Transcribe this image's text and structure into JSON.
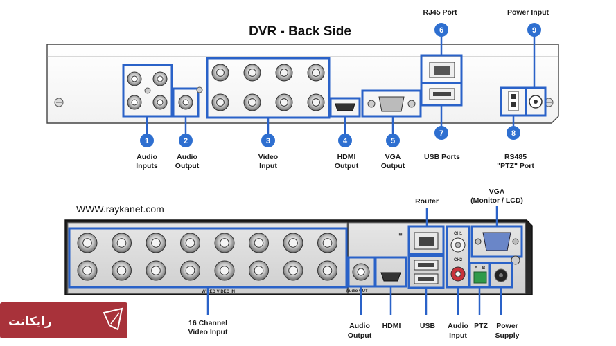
{
  "top": {
    "title": "DVR - Back Side",
    "labels": {
      "rj45": "RJ45 Port",
      "power": "Power Input",
      "audio_inputs": [
        "Audio",
        "Inputs"
      ],
      "audio_output": [
        "Audio",
        "Output"
      ],
      "video_input": [
        "Video",
        "Input"
      ],
      "hdmi_output": [
        "HDMI",
        "Output"
      ],
      "vga_output": [
        "VGA",
        "Output"
      ],
      "usb_ports": "USB Ports",
      "rs485": [
        "RS485",
        "\"PTZ\" Port"
      ]
    },
    "badges": [
      "1",
      "2",
      "3",
      "4",
      "5",
      "6",
      "7",
      "8",
      "9"
    ]
  },
  "bottom": {
    "website": "WWW.raykanet.com",
    "router": "Router",
    "vga": [
      "VGA",
      "(Monitor / LCD)"
    ],
    "ch1": "CH1",
    "ch2": "CH2",
    "ab": [
      "A",
      "B"
    ],
    "wired_video_in": "WIRED VIDEO IN",
    "audio_out_print": "Audio OUT",
    "labels": {
      "channel16": [
        "16 Channel",
        "Video Input"
      ],
      "audio_output": [
        "Audio",
        "Output"
      ],
      "hdmi": "HDMI",
      "usb": "USB",
      "audio_input": [
        "Audio",
        "Input"
      ],
      "ptz": "PTZ",
      "power_supply": [
        "Power",
        "Supply"
      ]
    }
  },
  "logo": {
    "text": "رایکانت"
  },
  "colors": {
    "blue": "#2a62c8",
    "badge": "#2e6fd0",
    "logo_bg": "#a8323a"
  }
}
